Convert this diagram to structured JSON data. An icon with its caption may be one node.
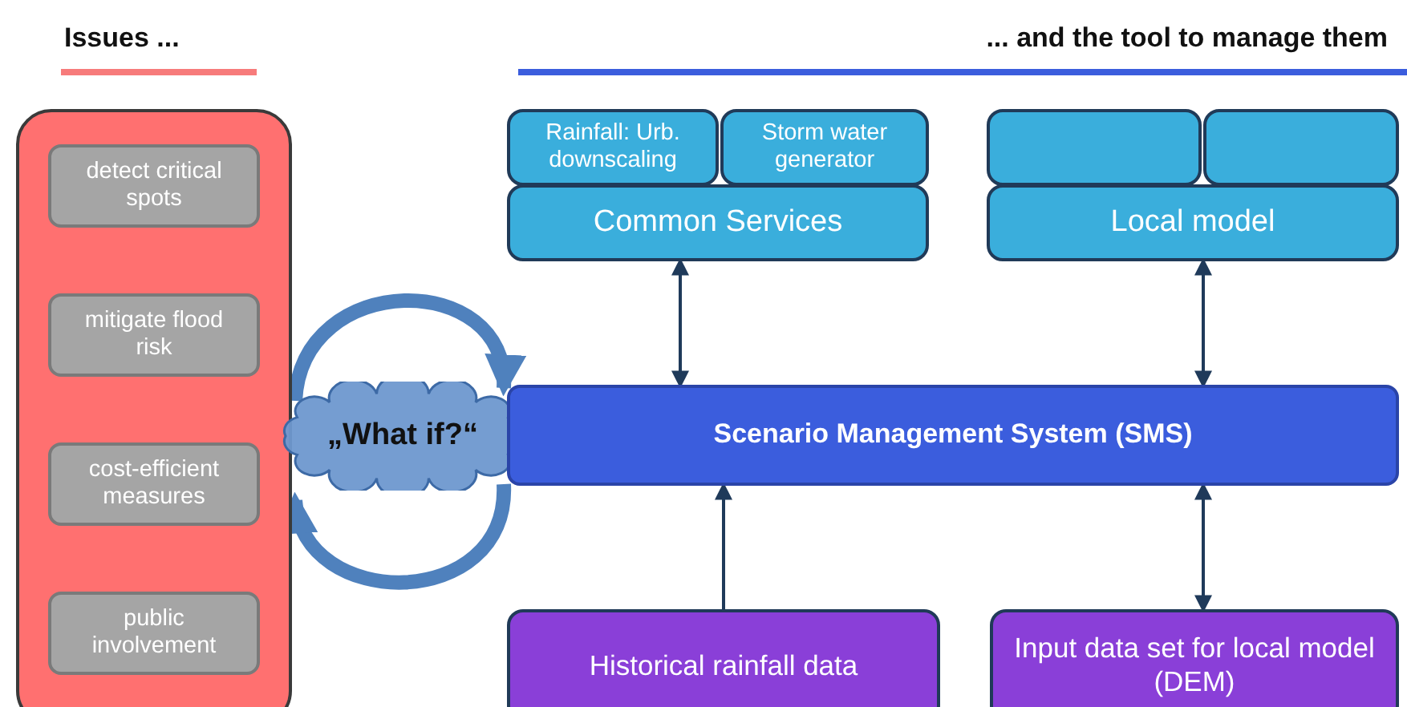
{
  "diagram": {
    "nodes": [
      {
        "text": [],
        "shape": "box"
      },
      {
        "text": [
          "detect critical spots"
        ],
        "in": 0
      },
      {
        "text": [
          "mitigate flood risk"
        ],
        "in": 0
      },
      {
        "text": [
          "cost-efficient measures"
        ],
        "in": 0
      },
      {
        "text": [
          "public involvement"
        ],
        "in": 0
      },
      {
        "text": [
          "„What if?“"
        ]
      },
      {
        "text": [
          "Rainfall: Urb. downscaling"
        ]
      },
      {
        "text": [
          "Storm water generator"
        ]
      },
      {
        "text": [
          "Common Services"
        ]
      },
      {
        "text": [],
        "shape": "box"
      },
      {
        "text": [],
        "shape": "box"
      },
      {
        "text": [
          "Local model"
        ]
      },
      {
        "text": [
          "Scenario Management System (SMS)"
        ]
      },
      {
        "text": [
          "Historical rainfall data"
        ]
      },
      {
        "text": [
          "Input data set for local model (DEM)"
        ]
      }
    ],
    "edges": [
      {
        "from": 8,
        "to": 12,
        "arrow": "both"
      },
      {
        "from": 11,
        "to": 12,
        "arrow": "both"
      },
      {
        "from": 13,
        "to": 12,
        "arrow": "to"
      },
      {
        "from": 14,
        "to": 12,
        "arrow": "both"
      },
      {
        "from": 0,
        "to": 12,
        "arrow": "to",
        "style": "thick",
        "color": "#4f81bd"
      },
      {
        "from": 12,
        "to": 0,
        "arrow": "to",
        "style": "thick",
        "color": "#4f81bd"
      }
    ],
    "labels": [
      "Issues ...",
      "... and the tool to manage them"
    ]
  }
}
